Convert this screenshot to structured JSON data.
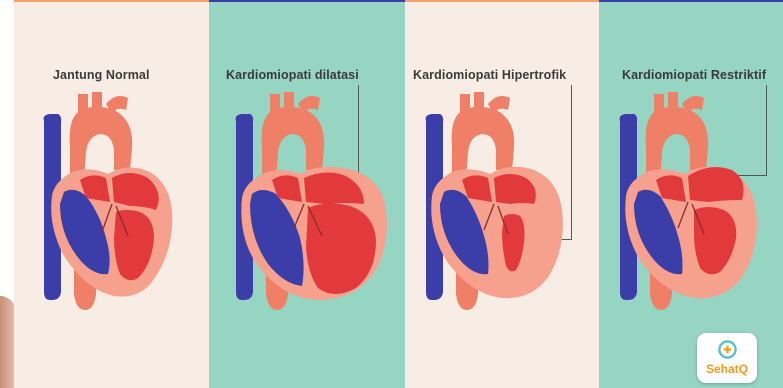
{
  "panels": [
    {
      "id": "normal",
      "label": "Jantung Normal"
    },
    {
      "id": "dilated",
      "label": "Kardiomiopati dilatasi"
    },
    {
      "id": "hypertrophic",
      "label": "Kardiomiopati Hipertrofik"
    },
    {
      "id": "restrictive",
      "label": "Kardiomiopati Restriktif"
    }
  ],
  "logo": {
    "text": "SehatQ"
  },
  "colors": {
    "cream": "#f8ede4",
    "mint": "#97d5c3",
    "vein_blue": "#3b3ea8",
    "artery_coral": "#ef7f66",
    "heart_red": "#e2393c",
    "wall_pink": "#f6a08e",
    "brand_orange": "#f29a1f",
    "brand_teal": "#4fc0c8"
  }
}
